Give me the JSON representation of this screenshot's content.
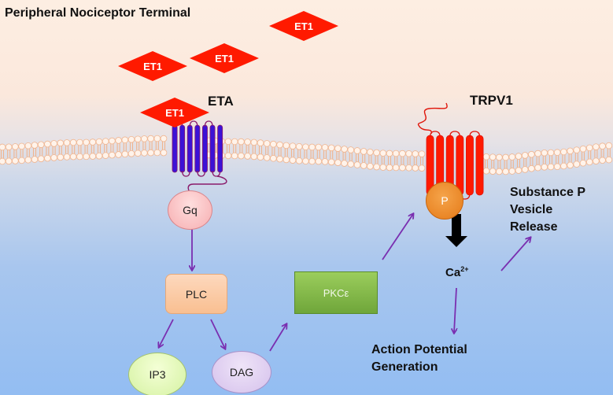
{
  "title": "Peripheral Nociceptor Terminal",
  "ligands": [
    {
      "label": "ET1"
    },
    {
      "label": "ET1"
    },
    {
      "label": "ET1"
    },
    {
      "label": "ET1"
    }
  ],
  "receptors": {
    "eta": {
      "label": "ETA",
      "color": "#3c12d6"
    },
    "trpv1": {
      "label": "TRPV1",
      "color": "#ff1a00"
    }
  },
  "nodes": {
    "gq": "Gq",
    "plc": "PLC",
    "ip3": "IP3",
    "dag": "DAG",
    "pkc": "PKCε",
    "p": "P"
  },
  "ion": {
    "base": "Ca",
    "charge": "2+"
  },
  "outcomes": {
    "substance_p": [
      "Substance P",
      "Vesicle",
      "Release"
    ],
    "action_potential": [
      "Action Potential",
      "Generation"
    ]
  },
  "colors": {
    "ligand": "#ff1a00",
    "arrow": "#7a2fb0",
    "membrane_head": "#fff3ea",
    "membrane_stroke": "#f0b48e"
  }
}
